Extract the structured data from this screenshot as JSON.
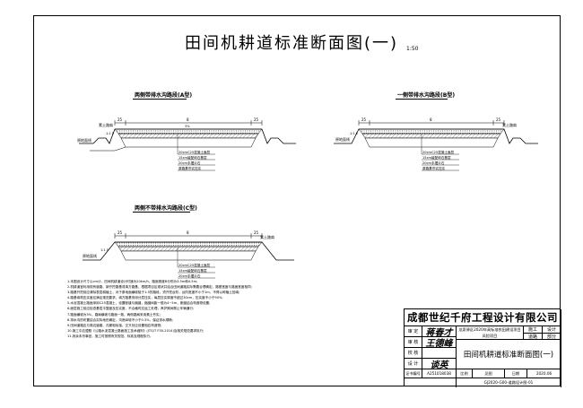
{
  "drawing": {
    "title": "田间机耕道标准断面图(一)",
    "scale": "1:50"
  },
  "sections": {
    "a": {
      "title": "两侧带排水沟路段(A型)",
      "dims": [
        "25",
        "8",
        "25"
      ],
      "labels": [
        "素土路肩",
        "原地面线"
      ],
      "layers": [
        "20cmC25混凝土面层",
        "15cm级配碎石基层",
        "20cm手摆片石",
        "原路基夯实压实"
      ],
      "marks": [
        "1:1.5",
        "3%"
      ]
    },
    "b": {
      "title": "一侧带排水沟路段(B型)",
      "dims": [
        "25",
        "8",
        "25"
      ],
      "labels": [
        "原地面线",
        "素土路肩"
      ],
      "layers": [
        "20cmC25混凝土面层",
        "15cm级配碎石基层",
        "20cm手摆片石",
        "原路基夯实压实"
      ],
      "marks": [
        "1:1.5"
      ]
    },
    "c": {
      "title": "两侧不带排水沟路段(C型)",
      "dims": [
        "25",
        "8",
        "25"
      ],
      "labels": [
        "原地面线",
        "素土路肩"
      ],
      "layers": [
        "20cmC25混凝土面层",
        "15cm级配碎石基层",
        "20cm手摆片石",
        "原路基夯实压实"
      ],
      "marks": [
        "1:1.5"
      ]
    }
  },
  "notes": [
    "1.本图设计尺寸以cm计，田间机耕道设计时速为20km/h，路面宽度B分别为3.5m和4.5m;",
    "2.机耕道宜利用现有道路、新开挖路基或填方路基，根据项目区现状并结合田间道路实际需要合理确定，路基宽度与路面宽度相同;",
    "3.路基开挖前应清除表层耕植土，对于原地面横坡陡于1:5的路段，须开挖台阶，台阶宽度不小于1m，不得以种植土回填;",
    "4.路基填筑压实度应满足规范要求，填方路基采用分层压实，每层压实厚度不超过30cm，压实度不小于90%;",
    "5.水泥混凝土路面采用C25混凝土，设置胀缝与缩缝，缩缝间距一般为4~5m，胀缝结合构造物设置;",
    "6.面层施工前应检查基层平整度及压实度，不合格时应返工处理，养护期间禁止车辆通行;",
    "7.路面横坡为3%，路肩横坡与路面一致，两侧路肩采用素土夯实;",
    "8.排水沟的布置结合实际地形确定，沟底纵坡不小于0.3%，保证排水顺畅;",
    "9.田间道路应与周边道路、沟渠相衔接，交叉处应设置相应构造物;",
    "10.施工中应遵照《公路水泥混凝土路面施工技术细则》(JTG/T F30-2014)及相关规范要求执行;",
    "11.其余未尽事宜，施工时按照有关规范、标准及规程执行。"
  ],
  "titleblock": {
    "company": "成都世纪千府工程设计有限公司",
    "project": "龙泉驿区2020年高标准农田建设项目",
    "project_sub": "风险项目",
    "roles": [
      "审  定",
      "审  核",
      "校  核",
      "设  计"
    ],
    "signatures": [
      "蒋春才",
      "王德峰",
      "",
      "谈英"
    ],
    "stage_label": "施工",
    "stage_value": "设计",
    "division_label": "道路",
    "division_value": "部分",
    "drawing_name": "田间机耕道标准断面图(一)",
    "cert_label": "证书编号",
    "cert_no": "A251018038",
    "ratio_label": "比例",
    "ratio_value": "见图",
    "date_label": "日期",
    "date_value": "2020.06",
    "drawing_no": "GJ2020-G00-道路设计图-01"
  },
  "colors": {
    "line": "#000000",
    "hatch": "#444444"
  }
}
